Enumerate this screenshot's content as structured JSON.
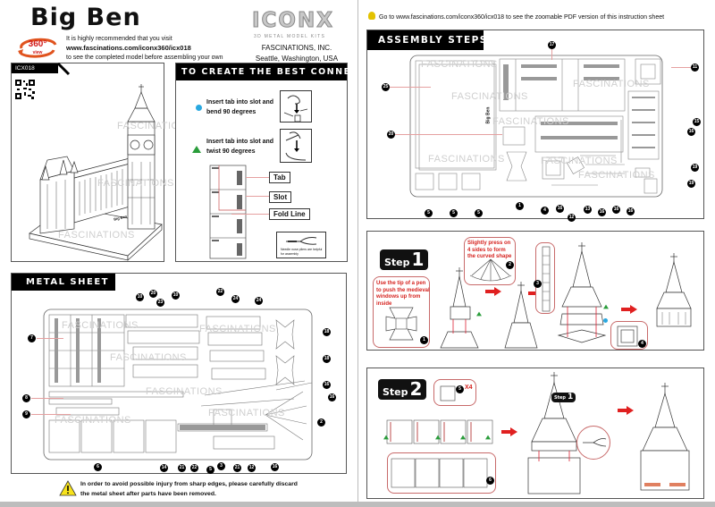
{
  "header": {
    "title": "Big Ben",
    "view360_label": "360° view",
    "recommend_line1": "It is highly recommended that you visit",
    "recommend_url": "www.fascinations.com/iconx360/icx018",
    "recommend_line3": "to see the completed model before assembling your own",
    "brand": "ICONX",
    "brand_tagline": "3D METAL MODEL KITS",
    "company_name": "FASCINATIONS,  INC.",
    "company_location": "Seattle, Washington, USA"
  },
  "model_panel": {
    "tag": "ICX018",
    "watermark": "FASCINATIONS",
    "base_label": "Big Ben"
  },
  "connections": {
    "heading": "TO CREATE THE BEST CONNECTIONS",
    "bend_text_1": "Insert tab into slot and",
    "bend_text_2": "bend 90 degrees",
    "twist_text_1": "Insert tab into slot and",
    "twist_text_2": "twist 90  degrees",
    "labels": [
      "Tab",
      "Slot",
      "Fold Line"
    ],
    "pliers_note": "Needle nose pliers are helpful for assembly",
    "colors": {
      "bend": "#29a8e0",
      "twist": "#2a9d3b"
    }
  },
  "metal_sheet": {
    "heading": "METAL SHEET",
    "watermark": "FASCINATIONS",
    "top_callouts": [
      "10",
      "20",
      "23",
      "10",
      "22",
      "24",
      "24"
    ],
    "left_callouts": [
      "7",
      "8",
      "9"
    ],
    "right_callouts": [
      "18",
      "18",
      "16",
      "16",
      "2"
    ],
    "bottom_callouts": [
      "6",
      "14",
      "21",
      "22",
      "5",
      "3",
      "21",
      "12",
      "16"
    ]
  },
  "warning": {
    "line1": "In order to avoid possible injury from sharp edges, please carefully discard",
    "line2": "the metal sheet after parts have been removed."
  },
  "tip": {
    "text": "Go to www.fascinations.com/iconx360/icx018 to see the zoomable PDF version of this instruction sheet"
  },
  "assembly": {
    "heading": "ASSEMBLY STEPS",
    "watermark": "FASCINATIONS",
    "sheet_label": "Big Ben",
    "callouts_top": [
      "17"
    ],
    "callouts_left": [
      "25",
      "20"
    ],
    "callouts_right": [
      "11",
      "15",
      "16",
      "19",
      "19"
    ],
    "callouts_bottom": [
      "5",
      "5",
      "5",
      "1",
      "4",
      "16",
      "12",
      "13",
      "16",
      "16",
      "16"
    ]
  },
  "step1": {
    "word": "Step",
    "number": "1",
    "note_push": "Use the tip of a pen to push the medieval windows up from inside",
    "note_press": "Slightly press on 4 sides to form the curved shape",
    "parts": [
      "1",
      "2",
      "3",
      "4"
    ]
  },
  "step2": {
    "word": "Step",
    "number": "2",
    "part_callout": "5",
    "part_qty": "X4",
    "part_6": "6",
    "sub_badge_word": "Step",
    "sub_badge_number": "1"
  }
}
